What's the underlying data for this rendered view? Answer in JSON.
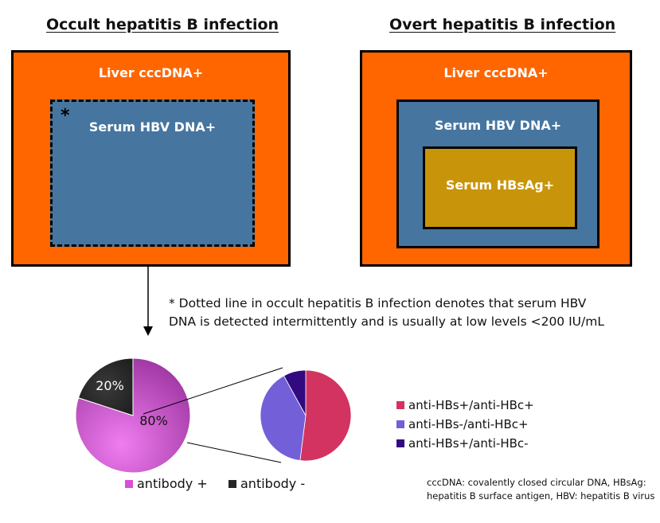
{
  "colors": {
    "liver_orange": "#ff6600",
    "serum_dna_blue": "#4675a0",
    "hbsag_gold": "#c8950a",
    "antibody_plus_pink": "#d94fd6",
    "antibody_minus_dark": "#262626",
    "hbs_plus_hbc_plus": "#d23361",
    "hbs_minus_hbc_plus": "#7360d8",
    "hbs_plus_hbc_minus": "#310a80"
  },
  "occult": {
    "heading": "Occult hepatitis B infection",
    "liver_label": "Liver cccDNA+",
    "serum_dna_label": "Serum HBV DNA+",
    "asterisk": "*"
  },
  "overt": {
    "heading": "Overt hepatitis B infection",
    "liver_label": "Liver cccDNA+",
    "serum_dna_label": "Serum HBV DNA+",
    "hbsag_label": "Serum HBsAg+"
  },
  "note": {
    "line1": "* Dotted line in occult hepatitis B infection denotes that serum HBV",
    "line2": "DNA is detected intermittently and is usually at low levels <200 IU/mL"
  },
  "chart_data": [
    {
      "type": "pie",
      "categories": [
        "antibody +",
        "antibody -"
      ],
      "values": [
        80,
        20
      ],
      "labels": [
        "80%",
        "20%"
      ],
      "legend": "bottom"
    },
    {
      "type": "pie",
      "categories": [
        "anti-HBs+/anti-HBc+",
        "anti-HBs-/anti-HBc+",
        "anti-HBs+/anti-HBc-"
      ],
      "values": [
        52,
        40,
        8
      ],
      "legend": "right"
    }
  ],
  "footnote": {
    "line1": "cccDNA: covalently closed circular DNA, HBsAg:",
    "line2": "hepatitis B surface antigen, HBV: hepatitis B virus"
  }
}
